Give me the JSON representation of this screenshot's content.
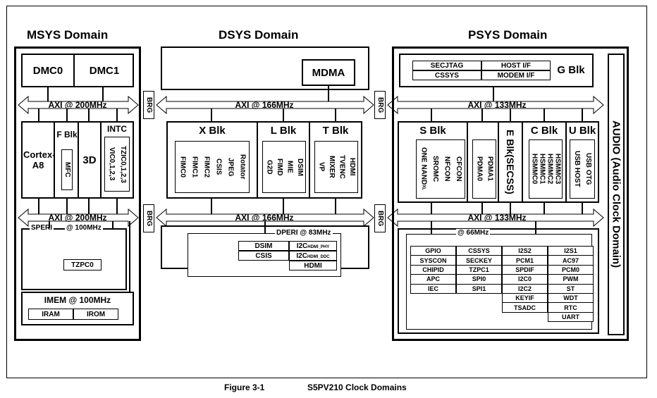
{
  "domains": {
    "msys": "MSYS Domain",
    "dsys": "DSYS Domain",
    "psys": "PSYS Domain",
    "audio": "AUDIO (Audio Clock Domain)"
  },
  "msys": {
    "dmc0": "DMC0",
    "dmc1": "DMC1",
    "axi_top": "AXI @ 200MHz",
    "axi_bottom": "AXI @ 200MHz",
    "cortex": "Cortex-A8",
    "fblk": "F Blk",
    "mfc": "MFC",
    "threed": "3D",
    "intc": "INTC",
    "vic": "VIC0,1,2,3",
    "tzic": "TZIC0,1,2,3",
    "speri": "SPERI",
    "speri_clk": "@ 100MHz",
    "tzpc0": "TZPC0",
    "imem": "IMEM @ 100MHz",
    "iram": "IRAM",
    "irom": "IROM"
  },
  "brg": [
    "BRG",
    "BRG",
    "BRG",
    "BRG"
  ],
  "dsys": {
    "mdma": "MDMA",
    "axi_top": "AXI @ 166MHz",
    "axi_bottom": "AXI @ 166MHz",
    "xblk": "X Blk",
    "xblk_items": [
      "FIMC0",
      "FIMC1",
      "FIMC2",
      "CSIS",
      "JPEG",
      "Rotator"
    ],
    "lblk": "L Blk",
    "lblk_items": [
      "G2D",
      "FIMD",
      "MIE",
      "DSIM"
    ],
    "tblk": "T Blk",
    "tblk_items": [
      "VP",
      "MIXER",
      "TVENC",
      "HDMI"
    ],
    "dperi": "DPERI @ 83MHz",
    "dsim": "DSIM",
    "csis": "CSIS",
    "i2c_phy": "I2C",
    "i2c_phy_sub": "HDMI_PHY",
    "i2c_ddc": "I2C",
    "i2c_ddc_sub": "HDMI_DDC",
    "hdmi": "HDMI"
  },
  "psys": {
    "gblk": "G Blk",
    "secjtag": "SECJTAG",
    "host_if": "HOST I/F",
    "cssys": "CSSYS",
    "modem_if": "MODEM I/F",
    "axi_top": "AXI @ 133MHz",
    "axi_bottom": "AXI @ 133MHz",
    "sblk": "S Blk",
    "sblk_items": [
      "ONE NAND",
      "SROMC",
      "NFCON",
      "CFCON"
    ],
    "sblk_sub": "XL",
    "pdma_items": [
      "PDMA0",
      "PDMA1"
    ],
    "eblk": "E Blk(SECSS)",
    "cblk": "C Blk",
    "cblk_items": [
      "HSMMC0",
      "HSMMC1",
      "HSMMC2",
      "HSMMC3"
    ],
    "ublk": "U Blk",
    "ublk_items": [
      "USB HOST",
      "USB OTG"
    ],
    "peri_clk": "@ 66MHz",
    "grid": [
      [
        "GPIO",
        "CSSYS",
        "I2S2",
        "I2S1"
      ],
      [
        "SYSCON",
        "SECKEY",
        "PCM1",
        "AC97"
      ],
      [
        "CHIPID",
        "TZPC1",
        "SPDIF",
        "PCM0"
      ],
      [
        "APC",
        "SPI0",
        "I2C0",
        "PWM"
      ],
      [
        "IEC",
        "SPI1",
        "I2C2",
        "ST"
      ],
      [
        "",
        "",
        "KEYIF",
        "WDT"
      ],
      [
        "",
        "",
        "TSADC",
        "RTC"
      ],
      [
        "",
        "",
        "",
        "UART"
      ]
    ]
  },
  "caption": {
    "figure": "Figure 3-1",
    "title": "S5PV210 Clock Domains"
  }
}
